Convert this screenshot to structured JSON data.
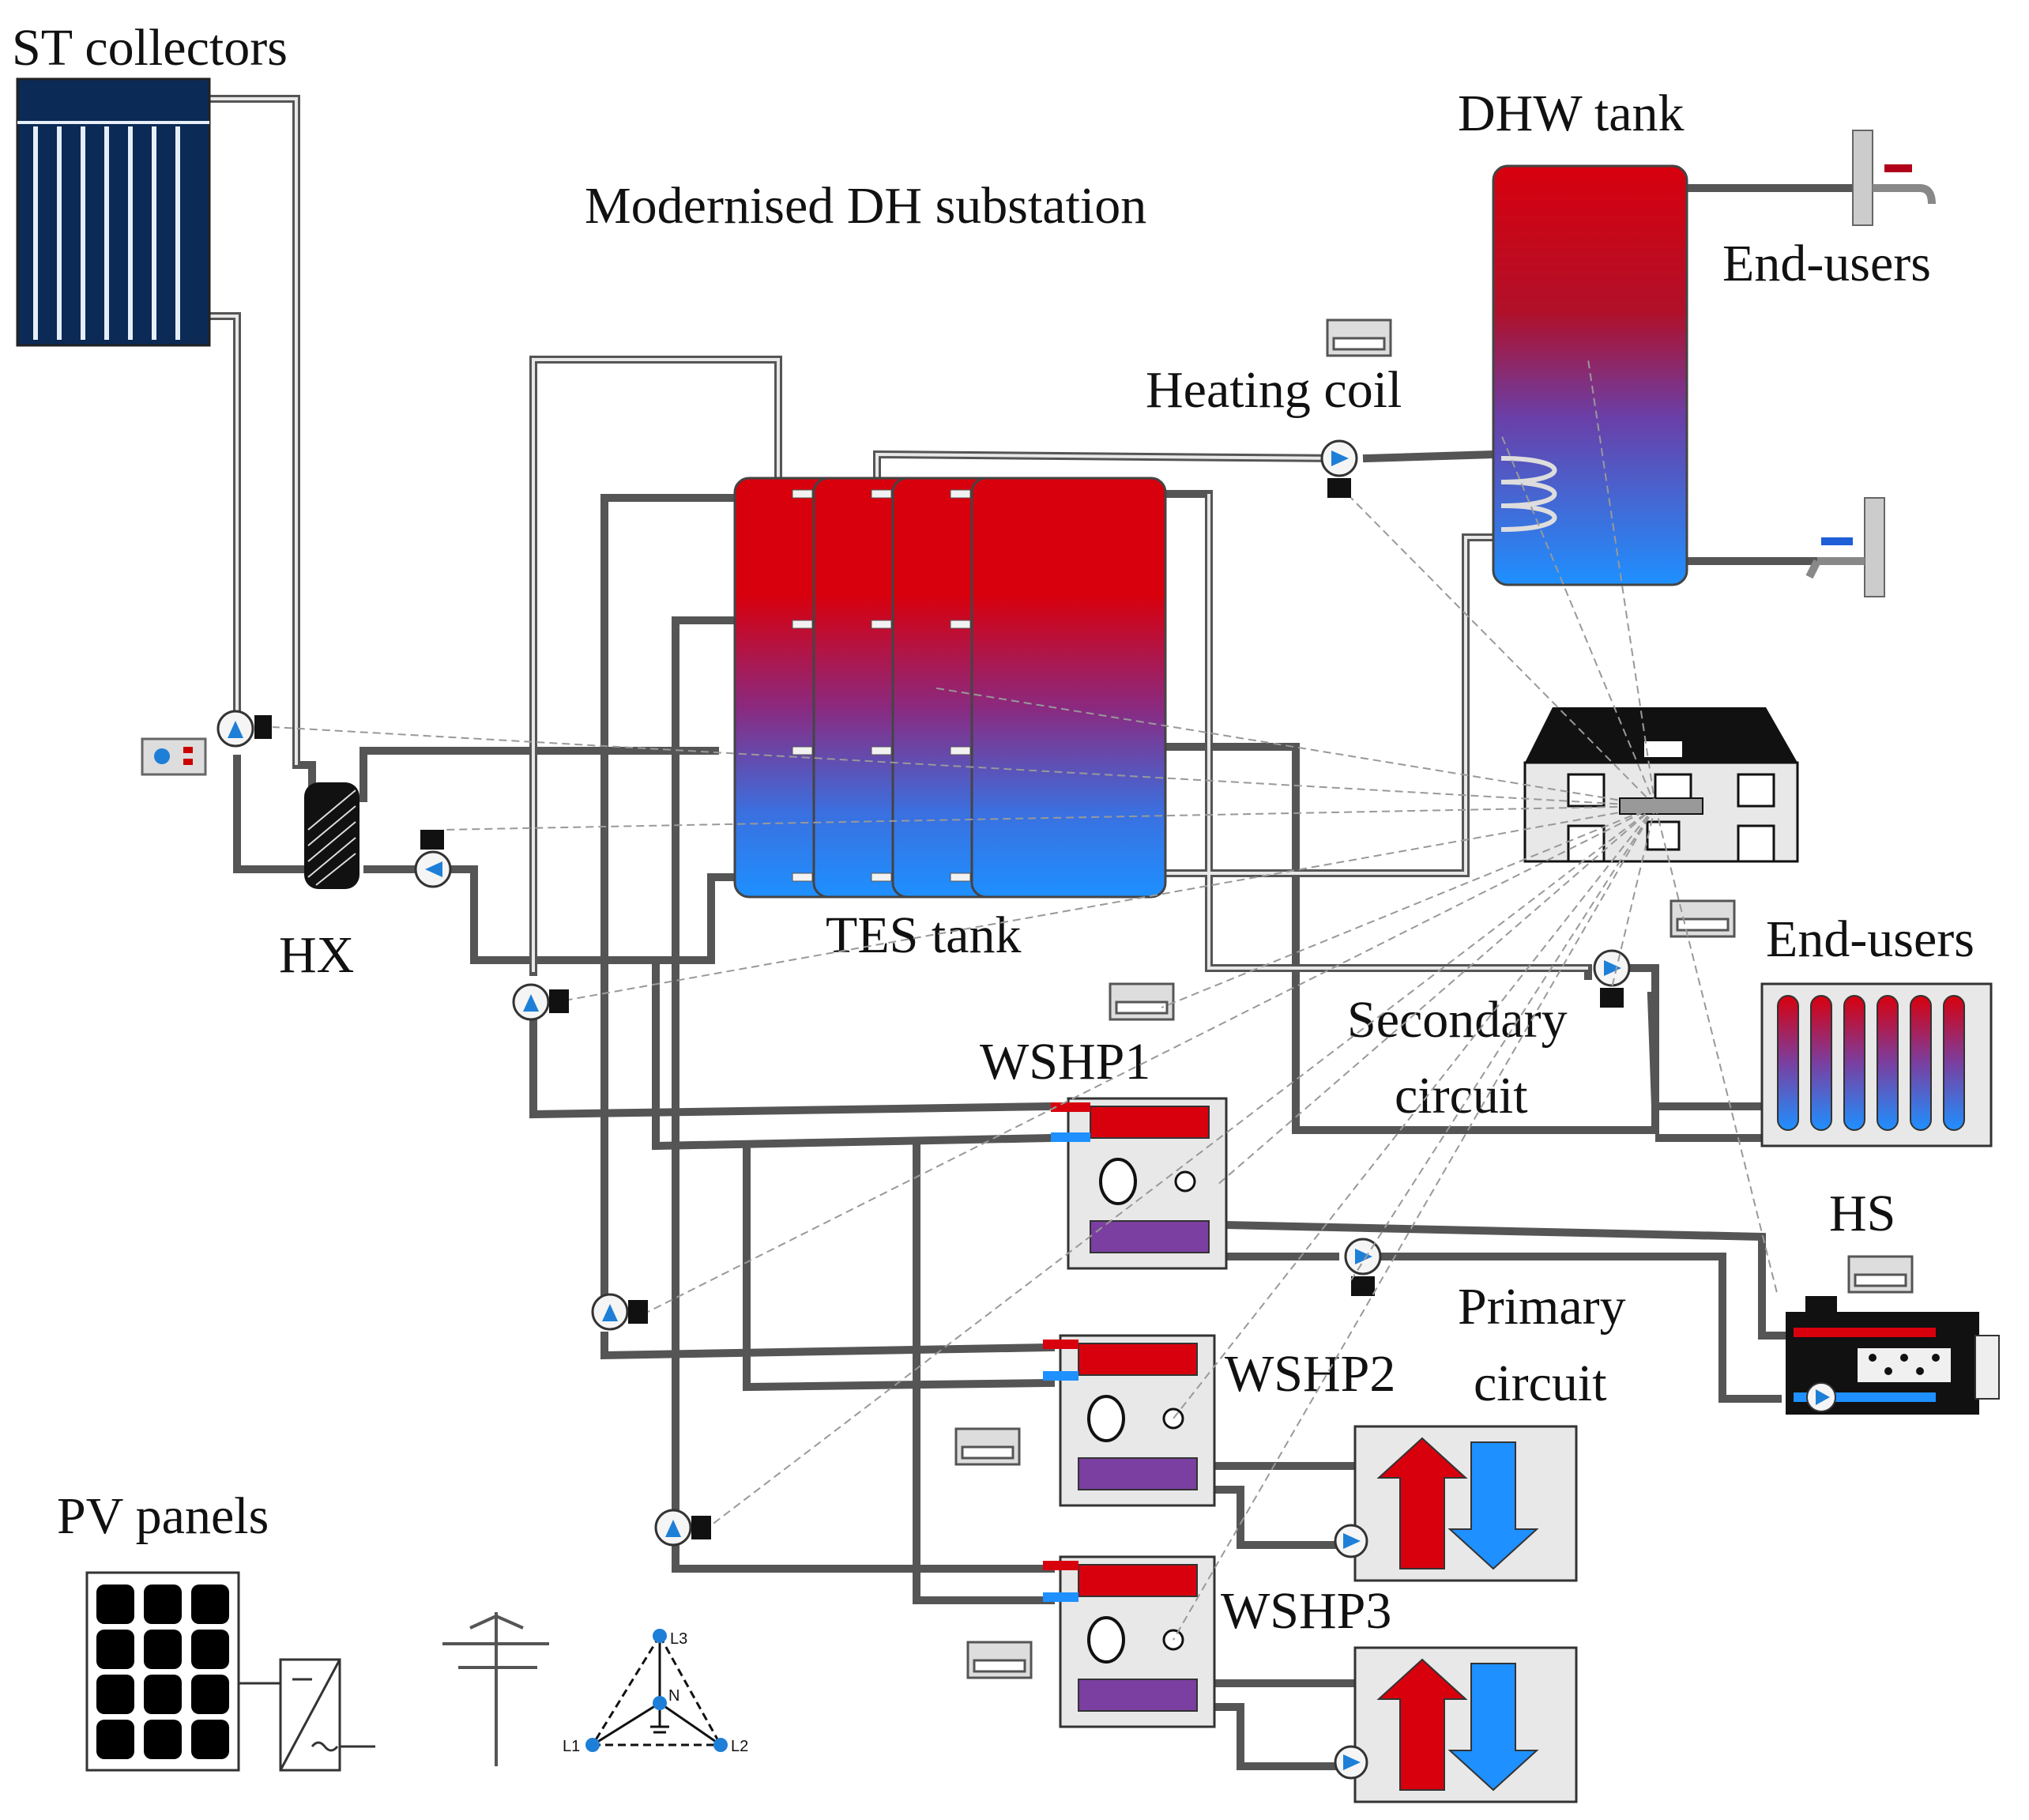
{
  "labels": {
    "st_collectors": "ST collectors",
    "dhw_tank": "DHW tank",
    "modernised_dh": "Modernised DH substation",
    "end_users_top": "End-users",
    "heating_coil": "Heating coil",
    "hx": "HX",
    "tes_tank": "TES tank",
    "end_users_mid": "End-users",
    "secondary_circuit_1": "Secondary",
    "secondary_circuit_2": "circuit",
    "wshp1": "WSHP1",
    "hs": "HS",
    "primary_circuit_1": "Primary",
    "primary_circuit_2": "circuit",
    "wshp2": "WSHP2",
    "wshp3": "WSHP3",
    "pv_panels": "PV panels",
    "grid_l3": "L3",
    "grid_n": "N",
    "grid_l1": "L1",
    "grid_l2": "L2"
  },
  "colors": {
    "hot": "#d8000d",
    "cold": "#1e90ff",
    "mid": "#7a3fa0",
    "pipe": "#555555",
    "collector": "#0b2a55",
    "pump": "#1e7fd8"
  }
}
